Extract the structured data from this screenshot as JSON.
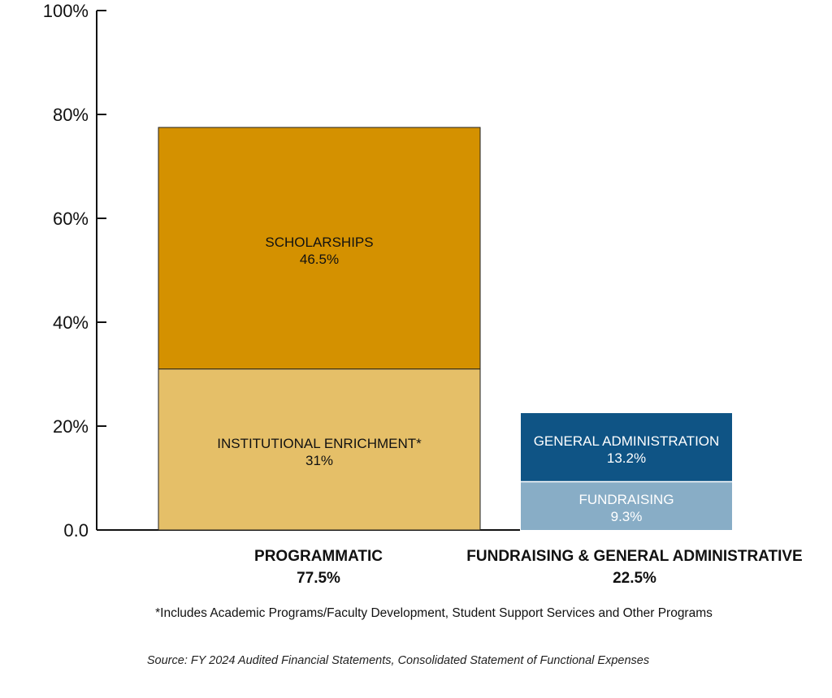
{
  "chart_data": {
    "type": "bar",
    "stacked": true,
    "y_tick_labels": [
      "0.0",
      "20%",
      "40%",
      "60%",
      "80%",
      "100%"
    ],
    "ylim": [
      0,
      100
    ],
    "grid": false,
    "categories": [
      {
        "name": "PROGRAMMATIC",
        "total_label": "77.5%",
        "total": 77.5,
        "segments": [
          {
            "name": "INSTITUTIONAL ENRICHMENT*",
            "label": "31%",
            "value": 31,
            "color": "#e5bf68"
          },
          {
            "name": "SCHOLARSHIPS",
            "label": "46.5%",
            "value": 46.5,
            "color": "#d49100"
          }
        ]
      },
      {
        "name": "FUNDRAISING & GENERAL ADMINISTRATIVE",
        "total_label": "22.5%",
        "total": 22.5,
        "segments": [
          {
            "name": "FUNDRAISING",
            "label": "9.3%",
            "value": 9.3,
            "color": "#88adc6"
          },
          {
            "name": "GENERAL ADMINISTRATION",
            "label": "13.2%",
            "value": 13.2,
            "color": "#0f5485"
          }
        ]
      }
    ]
  },
  "footnote": "*Includes Academic Programs/Faculty Development, Student Support Services and Other Programs",
  "source": "Source: FY 2024 Audited Financial Statements, Consolidated Statement of Functional Expenses"
}
